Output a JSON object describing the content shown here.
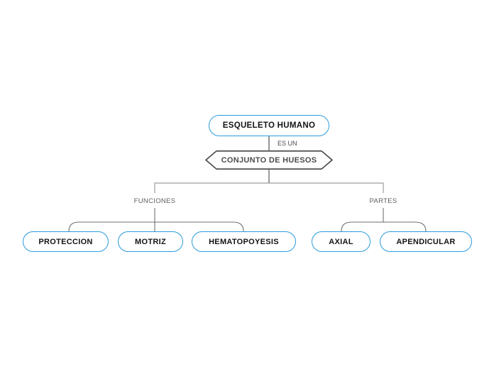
{
  "mindmap": {
    "root": {
      "label": "ESQUELETO HUMANO"
    },
    "link_label": "ES UN",
    "definition": {
      "label": "CONJUNTO DE HUESOS"
    },
    "branches": [
      {
        "label": "FUNCIONES",
        "children": [
          {
            "label": "PROTECCION"
          },
          {
            "label": "MOTRIZ"
          },
          {
            "label": "HEMATOPOYESIS"
          }
        ]
      },
      {
        "label": "PARTES",
        "children": [
          {
            "label": "AXIAL"
          },
          {
            "label": "APENDICULAR"
          }
        ]
      }
    ]
  },
  "colors": {
    "node_border": "#2D9CDB",
    "node_text": "#141414",
    "hexagon_border": "#454545",
    "hexagon_text": "#4d4d4d",
    "connector_dark": "#5a5a5a",
    "connector_light": "#9e9e9e",
    "connector_mid": "#6f6f6f",
    "label_text": "#5f5f5f",
    "background": "#ffffff"
  }
}
